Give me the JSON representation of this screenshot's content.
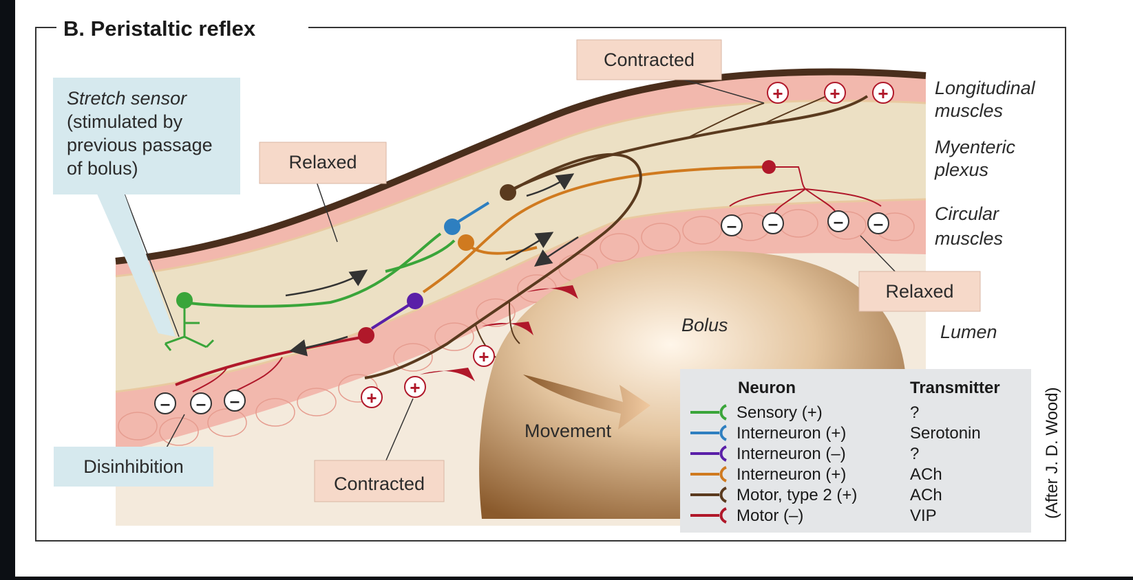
{
  "title": "B. Peristaltic reflex",
  "labels": {
    "stretch_sensor_1": "Stretch sensor",
    "stretch_sensor_2": "(stimulated by",
    "stretch_sensor_3": "previous passage",
    "stretch_sensor_4": "of bolus)",
    "relaxed_top": "Relaxed",
    "contracted_top": "Contracted",
    "relaxed_right": "Relaxed",
    "contracted_bottom": "Contracted",
    "disinhibition": "Disinhibition",
    "bolus": "Bolus",
    "movement": "Movement",
    "credit": "(After J. D. Wood)"
  },
  "layers": {
    "longitudinal_1": "Longitudinal",
    "longitudinal_2": "muscles",
    "myenteric_1": "Myenteric",
    "myenteric_2": "plexus",
    "circular_1": "Circular",
    "circular_2": "muscles",
    "lumen": "Lumen"
  },
  "legend": {
    "neuron_header": "Neuron",
    "transmitter_header": "Transmitter",
    "rows": [
      {
        "neuron": "Sensory (+)",
        "transmitter": "?",
        "color": "#3aa53a"
      },
      {
        "neuron": "Interneuron (+)",
        "transmitter": "Serotonin",
        "color": "#2e7fc0"
      },
      {
        "neuron": "Interneuron (–)",
        "transmitter": "?",
        "color": "#5a1fa8"
      },
      {
        "neuron": "Interneuron (+)",
        "transmitter": "ACh",
        "color": "#d07a1f"
      },
      {
        "neuron": "Motor, type 2 (+)",
        "transmitter": "ACh",
        "color": "#5a3a1e"
      },
      {
        "neuron": "Motor (–)",
        "transmitter": "VIP",
        "color": "#b0182a"
      }
    ]
  },
  "symbols": {
    "plus": "+",
    "minus": "–"
  },
  "colors": {
    "sensory": "#3aa53a",
    "interneuron_pos_serotonin": "#2e7fc0",
    "interneuron_neg": "#5a1fa8",
    "interneuron_pos_ach": "#d07a1f",
    "motor_type2": "#5a3a1e",
    "motor_neg": "#b0182a",
    "muscle": "#f2b8ad",
    "plexus": "#ece0c4",
    "callout_pink": "#f6d9c9",
    "callout_blue": "#d6e9ee"
  }
}
